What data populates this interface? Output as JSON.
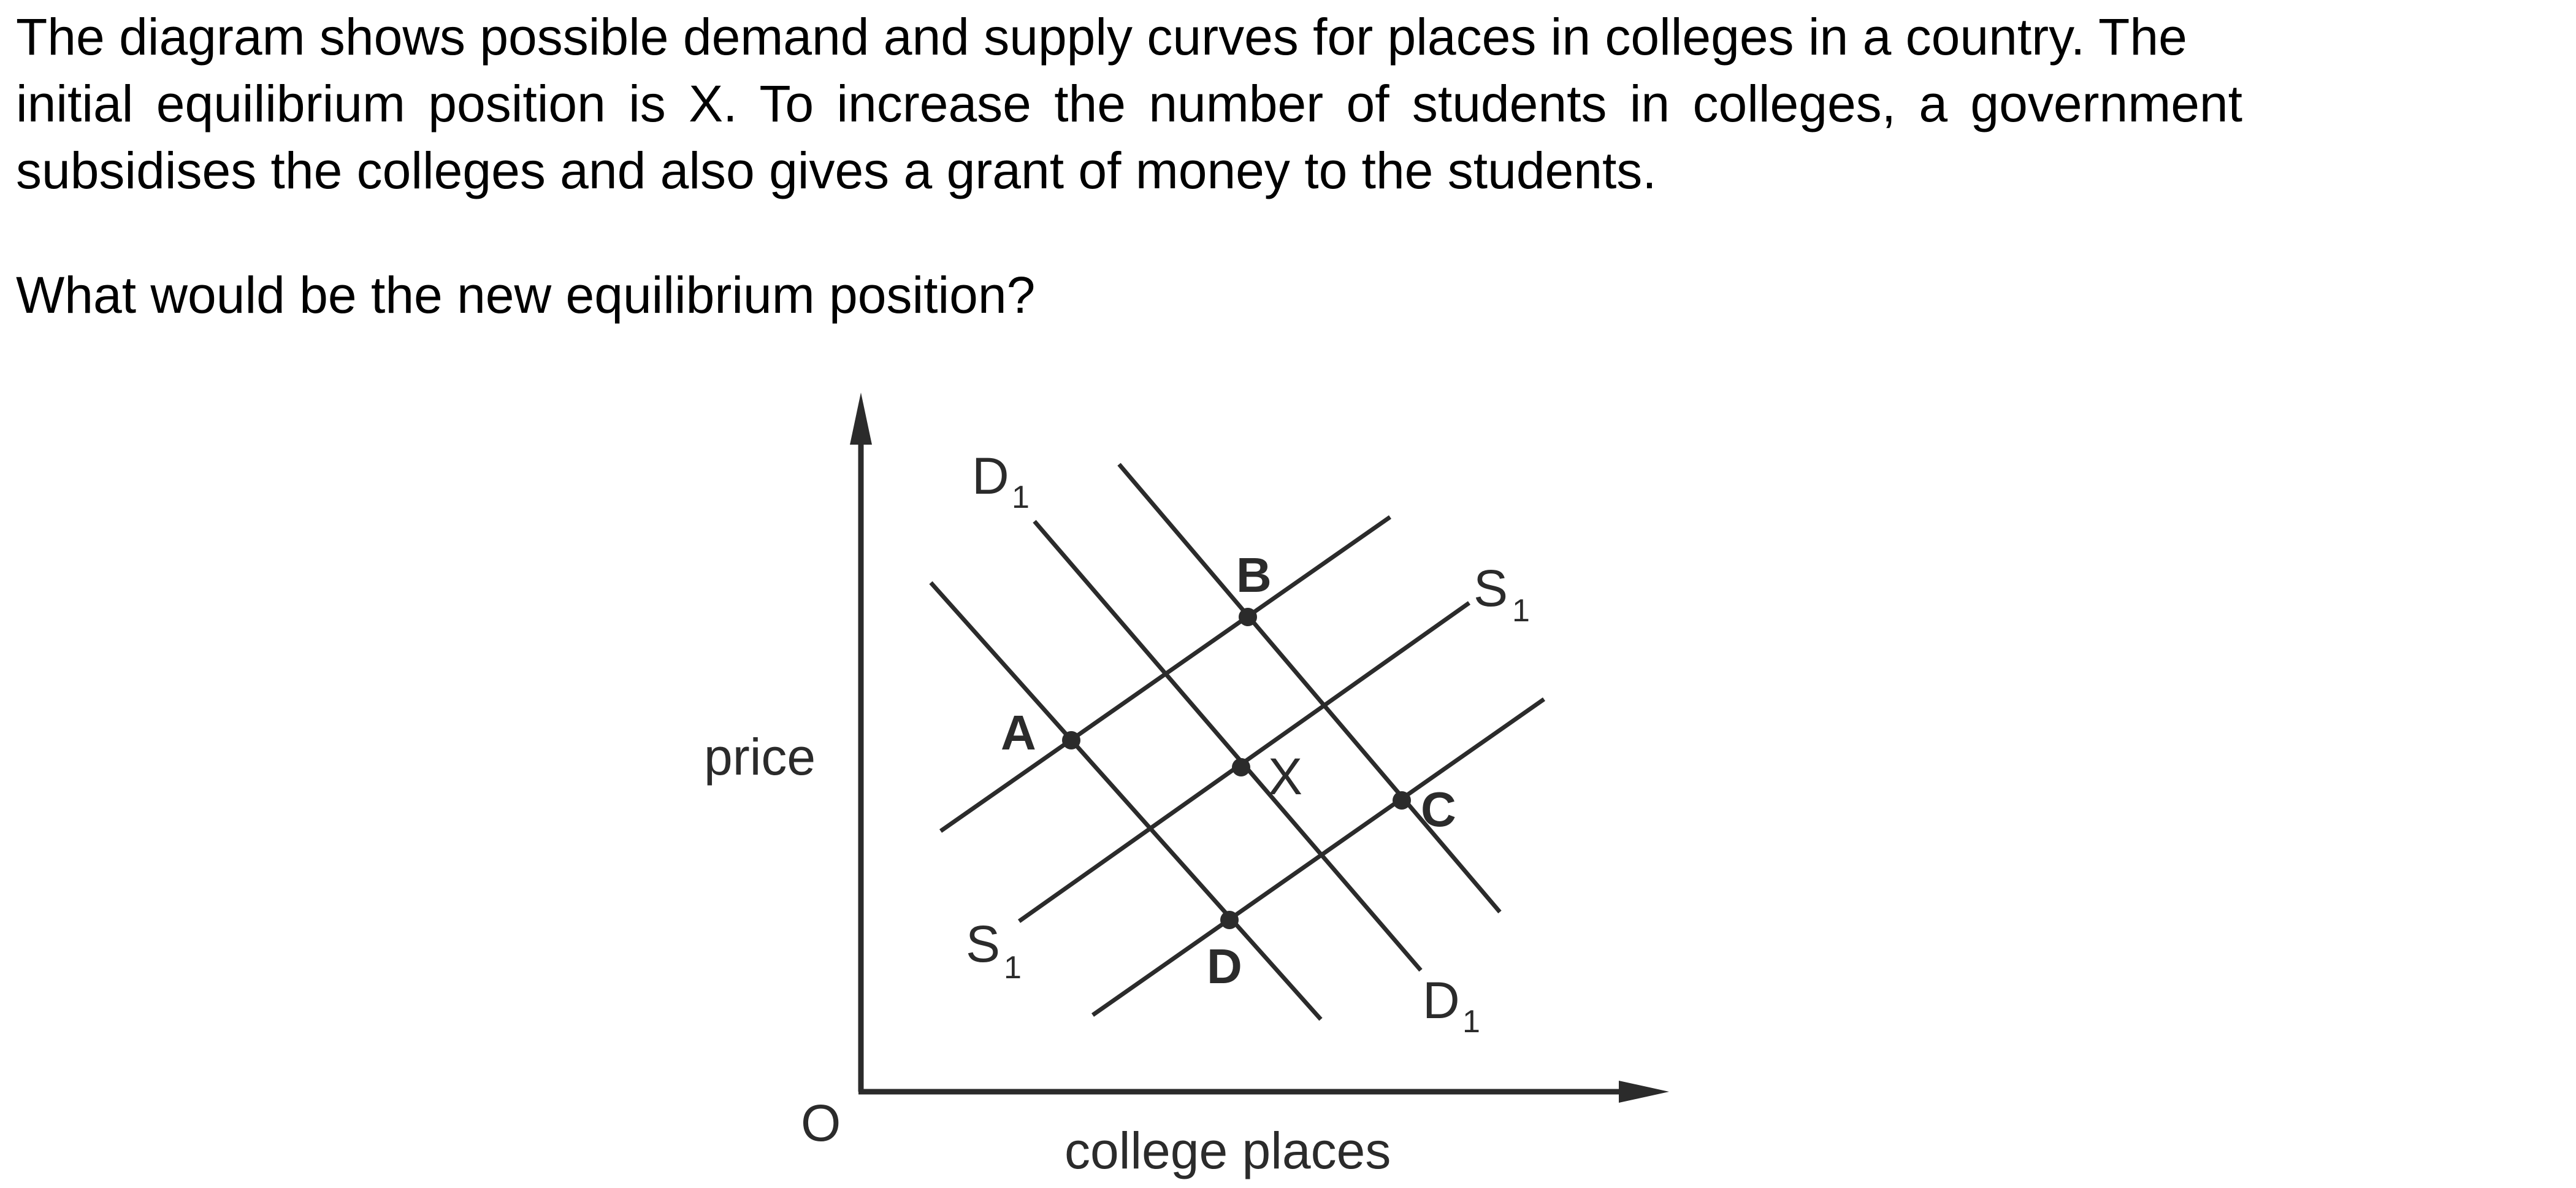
{
  "question": {
    "paragraph_lines": [
      "The diagram shows possible demand and supply curves for places in colleges in a country. The",
      "initial equilibrium position is X. To increase the number of students in colleges, a government",
      "subsidises the colleges and also gives a grant of money to the students."
    ],
    "prompt": "What would be the new equilibrium position?"
  },
  "diagram": {
    "y_axis_label": "price",
    "x_axis_label": "college places",
    "origin_label": "O",
    "demand_label": "D",
    "supply_label": "S",
    "curve_subscript": "1",
    "points": {
      "a": "A",
      "b": "B",
      "c": "C",
      "d": "D",
      "x": "X"
    }
  },
  "colors": {
    "ink": "#2b2b2b",
    "text": "#000000",
    "background": "#ffffff"
  }
}
